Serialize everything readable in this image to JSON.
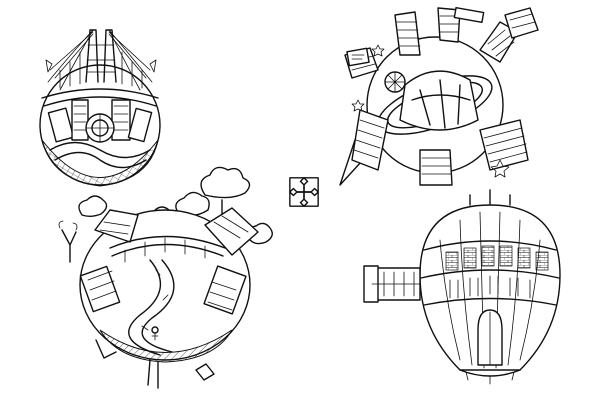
{
  "image": {
    "kind": "line-art illustration sheet",
    "background_color": "#ffffff",
    "ink_color": "#111111"
  },
  "illustrations": [
    {
      "name": "bridge-planet"
    },
    {
      "name": "city-planet"
    },
    {
      "name": "forest-road-planet"
    },
    {
      "name": "dome-building-planet"
    }
  ],
  "center_mark": {
    "icon": "four-arrows-outward-icon"
  }
}
